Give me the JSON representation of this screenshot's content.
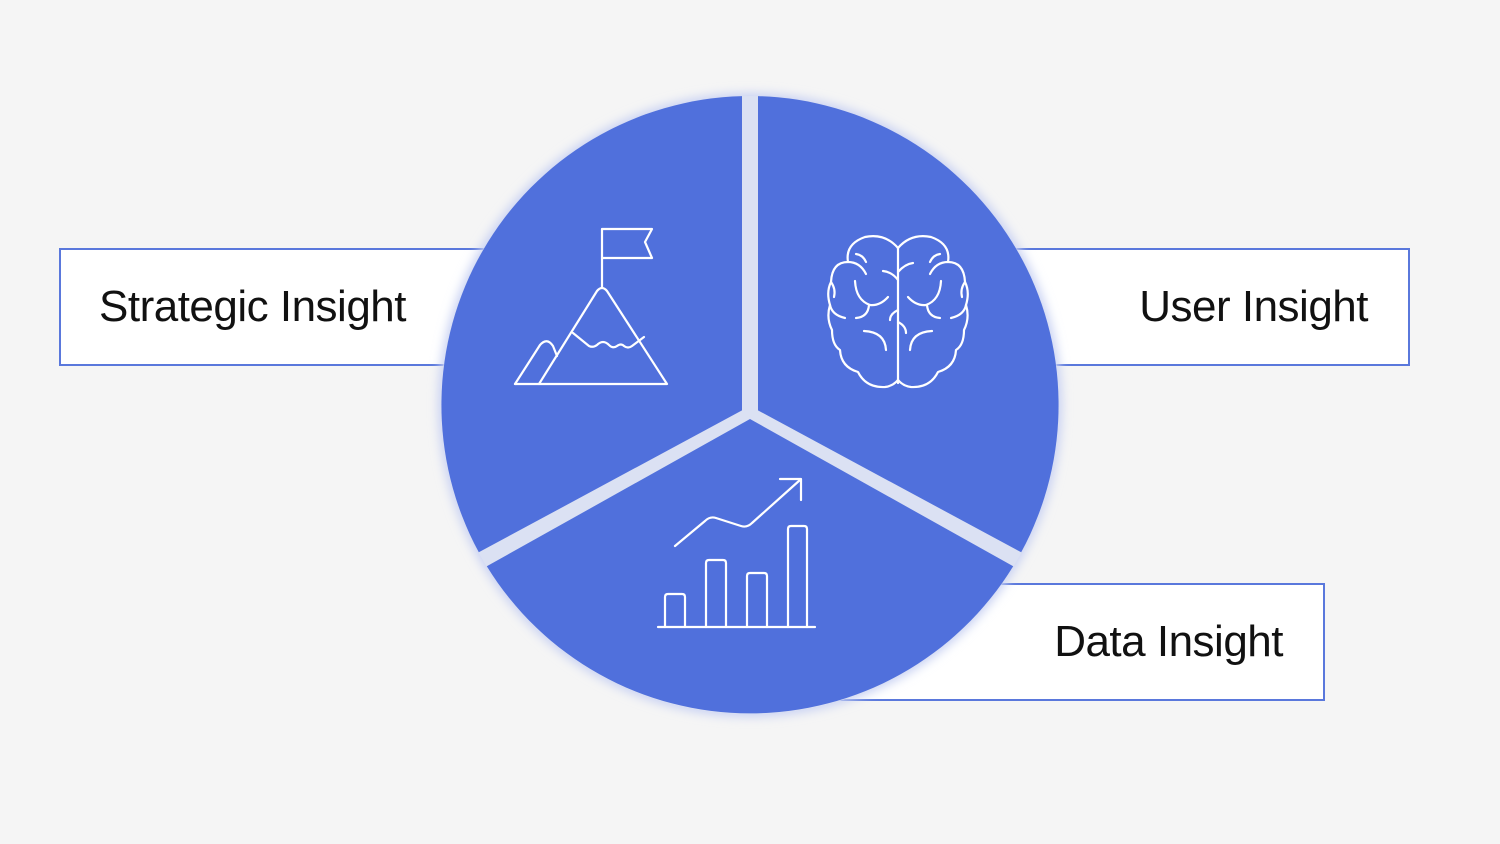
{
  "diagram": {
    "type": "three-segment-circle",
    "colors": {
      "background": "#f5f5f5",
      "segment_fill": "#5070dc",
      "gap": "#dbe1f3",
      "box_border": "#5a78dc",
      "text": "#111111",
      "icon_stroke": "#ffffff"
    },
    "segments": [
      {
        "label": "Strategic Insight",
        "icon": "mountain-flag-icon",
        "position": "top-left"
      },
      {
        "label": "User Insight",
        "icon": "brain-icon",
        "position": "top-right"
      },
      {
        "label": "Data Insight",
        "icon": "bar-chart-trend-icon",
        "position": "bottom"
      }
    ]
  }
}
